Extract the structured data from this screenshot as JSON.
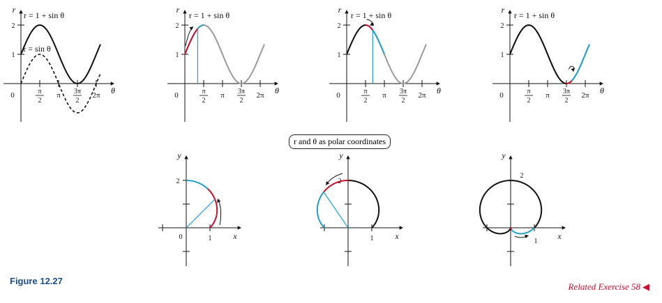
{
  "figure": {
    "caption": "Figure 12.27",
    "related": "Related Exercise 58",
    "polar_label": "r and θ as polar coordinates",
    "colors": {
      "black": "#111111",
      "gray": "#9a9a9a",
      "red": "#c8102e",
      "blue": "#1fa0c8",
      "caption": "#1a4e8a"
    }
  },
  "cartesian_panels": [
    {
      "id": "cart-1",
      "curve_label": "r = 1 + sin θ",
      "curve2_label": "r = sin θ",
      "axis_x": "θ",
      "axis_y": "r",
      "ticks_y": [
        "1",
        "2"
      ],
      "ticks_x": [
        "0",
        "π/2",
        "π",
        "3π/2",
        "2π"
      ]
    },
    {
      "id": "cart-2",
      "curve_label": "r = 1 + sin θ",
      "axis_x": "θ",
      "axis_y": "r",
      "ticks_y": [
        "1",
        "2"
      ],
      "ticks_x": [
        "0",
        "π/2",
        "π",
        "3π/2",
        "2π"
      ]
    },
    {
      "id": "cart-3",
      "curve_label": "r = 1 + sin θ",
      "axis_x": "θ",
      "axis_y": "r",
      "ticks_y": [
        "1",
        "2"
      ],
      "ticks_x": [
        "0",
        "π/2",
        "π",
        "3π/2",
        "2π"
      ]
    },
    {
      "id": "cart-4",
      "curve_label": "r = 1 + sin θ",
      "axis_x": "θ",
      "axis_y": "r",
      "ticks_y": [
        "1",
        "2"
      ],
      "ticks_x": [
        "0",
        "π/2",
        "π",
        "3π/2",
        "2π"
      ]
    }
  ],
  "polar_panels": [
    {
      "id": "polar-1",
      "axis_x": "x",
      "axis_y": "y",
      "labels": [
        "2",
        "0",
        "1"
      ]
    },
    {
      "id": "polar-2",
      "axis_x": "x",
      "axis_y": "y",
      "labels": [
        "2",
        "1"
      ]
    },
    {
      "id": "polar-3",
      "axis_x": "x",
      "axis_y": "y",
      "labels": [
        "2",
        "1"
      ]
    }
  ]
}
